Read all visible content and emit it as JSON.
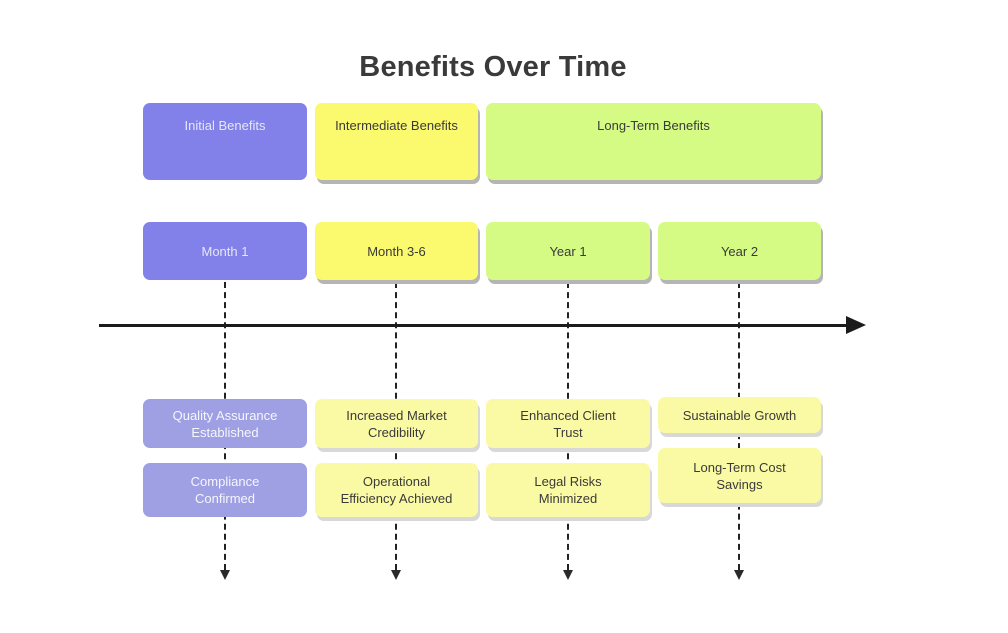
{
  "title": "Benefits Over Time",
  "colors": {
    "purple": "#8181e9",
    "purple_light": "#9f9fe4",
    "yellow": "#fbf96d",
    "yellow_light": "#fbfaa4",
    "green": "#d5fb85"
  },
  "phases": [
    {
      "label": "Initial Benefits",
      "color": "#8181e9"
    },
    {
      "label": "Intermediate Benefits",
      "color": "#fbf96d"
    },
    {
      "label": "Long-Term Benefits",
      "color": "#d5fb85"
    }
  ],
  "periods": [
    {
      "label": "Month 1",
      "color": "#8181e9"
    },
    {
      "label": "Month 3-6",
      "color": "#fbf96d"
    },
    {
      "label": "Year 1",
      "color": "#d5fb85"
    },
    {
      "label": "Year 2",
      "color": "#d5fb85"
    }
  ],
  "benefit_columns": [
    {
      "period": "Month 1",
      "items": [
        {
          "label": "Quality Assurance Established"
        },
        {
          "label": "Compliance Confirmed"
        }
      ]
    },
    {
      "period": "Month 3-6",
      "items": [
        {
          "label": "Increased Market Credibility"
        },
        {
          "label": "Operational Efficiency Achieved"
        }
      ]
    },
    {
      "period": "Year 1",
      "items": [
        {
          "label": "Enhanced Client Trust"
        },
        {
          "label": "Legal Risks Minimized"
        }
      ]
    },
    {
      "period": "Year 2",
      "items": [
        {
          "label": "Sustainable Growth"
        },
        {
          "label": "Long-Term Cost Savings"
        }
      ]
    }
  ]
}
